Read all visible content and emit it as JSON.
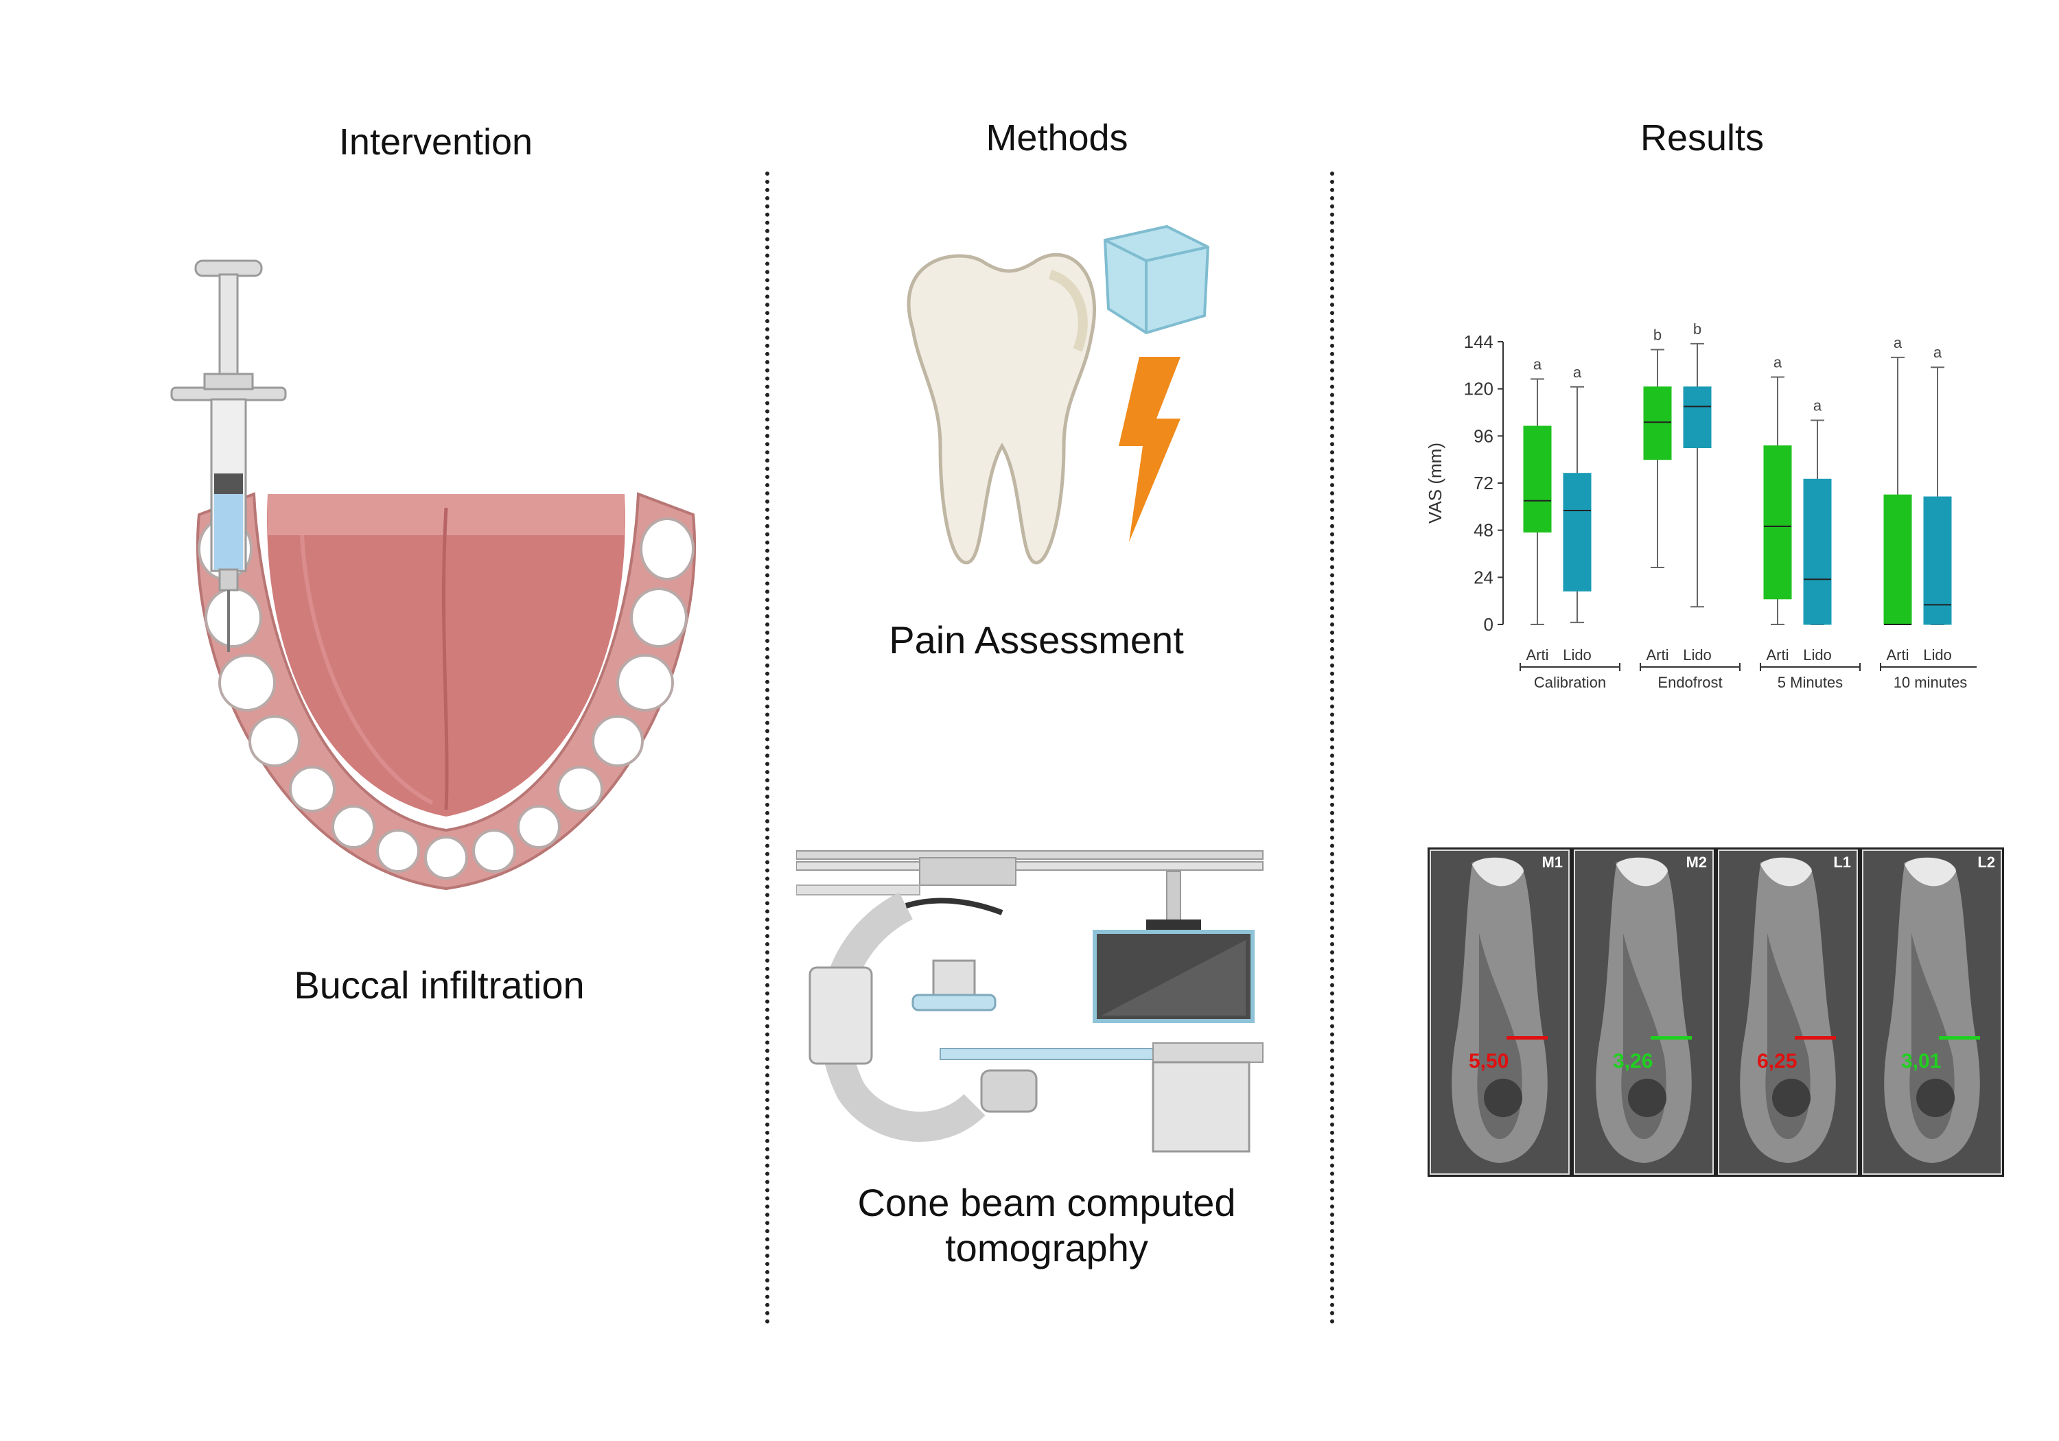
{
  "columns": {
    "intervention": {
      "title": "Intervention",
      "caption": "Buccal infiltration"
    },
    "methods": {
      "title": "Methods",
      "pain_caption": "Pain Assessment",
      "cbct_caption_line1": "Cone beam computed",
      "cbct_caption_line2": "tomography"
    },
    "results": {
      "title": "Results"
    }
  },
  "chart_data": {
    "type": "box",
    "ylabel": "VAS (mm)",
    "yticks": [
      0,
      24,
      48,
      72,
      96,
      120,
      144
    ],
    "ylim": [
      0,
      144
    ],
    "groups": [
      "Calibration",
      "Endofrost",
      "5 Minutes",
      "10 minutes"
    ],
    "subgroups": [
      "Arti",
      "Lido"
    ],
    "colors": {
      "Arti": "#1ec21e",
      "Lido": "#1a9bb5"
    },
    "boxes": [
      {
        "group": "Calibration",
        "sub": "Arti",
        "min": 0,
        "q1": 47,
        "median": 63,
        "q3": 101,
        "max": 125,
        "letter": "a"
      },
      {
        "group": "Calibration",
        "sub": "Lido",
        "min": 1,
        "q1": 17,
        "median": 58,
        "q3": 77,
        "max": 121,
        "letter": "a"
      },
      {
        "group": "Endofrost",
        "sub": "Arti",
        "min": 29,
        "q1": 84,
        "median": 103,
        "q3": 121,
        "max": 140,
        "letter": "b"
      },
      {
        "group": "Endofrost",
        "sub": "Lido",
        "min": 9,
        "q1": 90,
        "median": 111,
        "q3": 121,
        "max": 143,
        "letter": "b"
      },
      {
        "group": "5 Minutes",
        "sub": "Arti",
        "min": 0,
        "q1": 13,
        "median": 50,
        "q3": 91,
        "max": 126,
        "letter": "a"
      },
      {
        "group": "5 Minutes",
        "sub": "Lido",
        "min": 0,
        "q1": 0,
        "median": 23,
        "q3": 74,
        "max": 104,
        "letter": "a"
      },
      {
        "group": "10 minutes",
        "sub": "Arti",
        "min": 0,
        "q1": 0,
        "median": 0,
        "q3": 66,
        "max": 136,
        "letter": "a"
      },
      {
        "group": "10 minutes",
        "sub": "Lido",
        "min": 0,
        "q1": 0,
        "median": 10,
        "q3": 65,
        "max": 131,
        "letter": "a"
      }
    ]
  },
  "ct_panels": [
    {
      "tag": "M1",
      "value": "5,50",
      "color": "#e01010"
    },
    {
      "tag": "M2",
      "value": "3,26",
      "color": "#20d020"
    },
    {
      "tag": "L1",
      "value": "6,25",
      "color": "#e01010"
    },
    {
      "tag": "L2",
      "value": "3,01",
      "color": "#20d020"
    }
  ]
}
